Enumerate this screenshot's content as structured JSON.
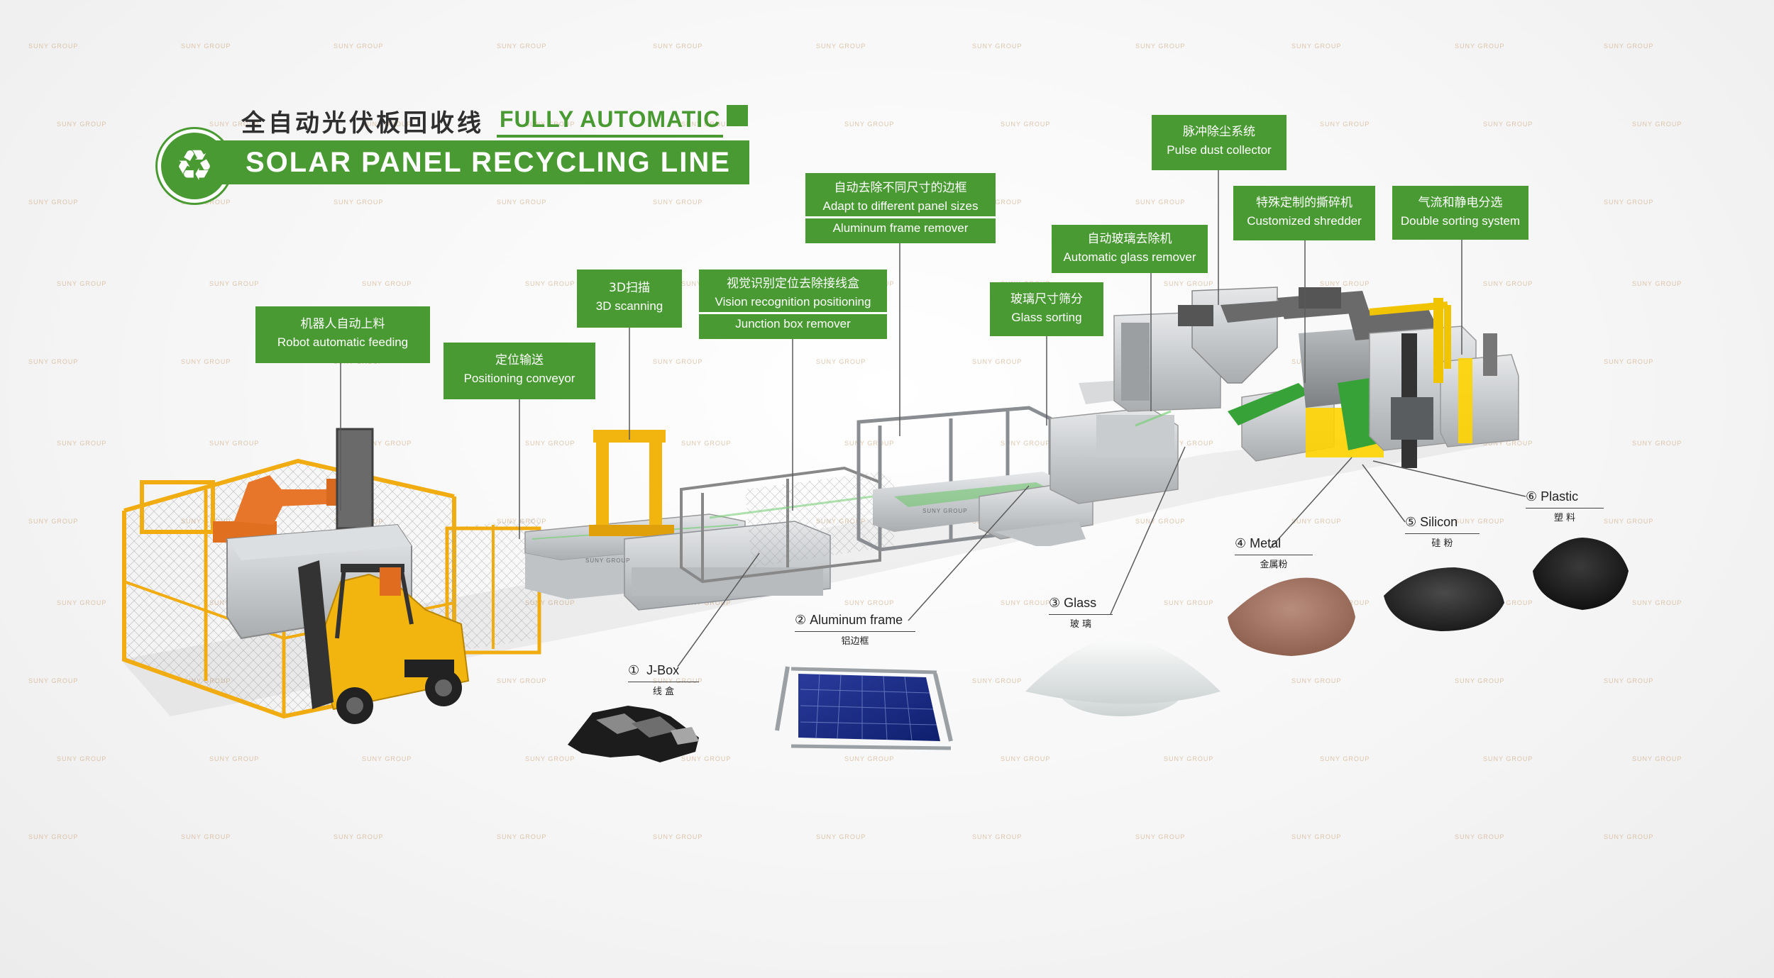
{
  "title": {
    "cn": "全自动光伏板回收线",
    "en_top": "FULLY AUTOMATIC",
    "en_main": "SOLAR PANEL RECYCLING LINE",
    "icon": "recycle-icon"
  },
  "colors": {
    "accent": "#4a9a33",
    "forklift": "#f2b40f",
    "frame": "#f2b40f",
    "machine": "#c8ccce"
  },
  "stations": [
    {
      "cn": "机器人自动上料",
      "en": "Robot automatic feeding"
    },
    {
      "cn": "定位输送",
      "en": "Positioning conveyor"
    },
    {
      "cn": "3D扫描",
      "en": "3D scanning"
    },
    {
      "cn": "视觉识别定位去除接线盒",
      "en": "Vision recognition positioning",
      "en2": "Junction box remover"
    },
    {
      "cn": "自动去除不同尺寸的边框",
      "en": "Adapt to different panel sizes",
      "en2": "Aluminum frame remover"
    },
    {
      "cn": "玻璃尺寸筛分",
      "en": "Glass sorting"
    },
    {
      "cn": "自动玻璃去除机",
      "en": "Automatic glass remover"
    },
    {
      "cn": "脉冲除尘系统",
      "en": "Pulse dust collector"
    },
    {
      "cn": "特殊定制的撕碎机",
      "en": "Customized shredder"
    },
    {
      "cn": "气流和静电分选",
      "en": "Double sorting system"
    }
  ],
  "products": [
    {
      "num": "①",
      "en": "J-Box",
      "cn": "线 盒"
    },
    {
      "num": "②",
      "en": "Aluminum frame",
      "cn": "铝边框"
    },
    {
      "num": "③",
      "en": "Glass",
      "cn": "玻 璃"
    },
    {
      "num": "④",
      "en": "Metal",
      "cn": "金属粉"
    },
    {
      "num": "⑤",
      "en": "Silicon",
      "cn": "硅 粉"
    },
    {
      "num": "⑥",
      "en": "Plastic",
      "cn": "塑 料"
    }
  ],
  "machine_badges": {
    "suny": "SUNY GROUP"
  },
  "watermark": "SUNY GROUP"
}
